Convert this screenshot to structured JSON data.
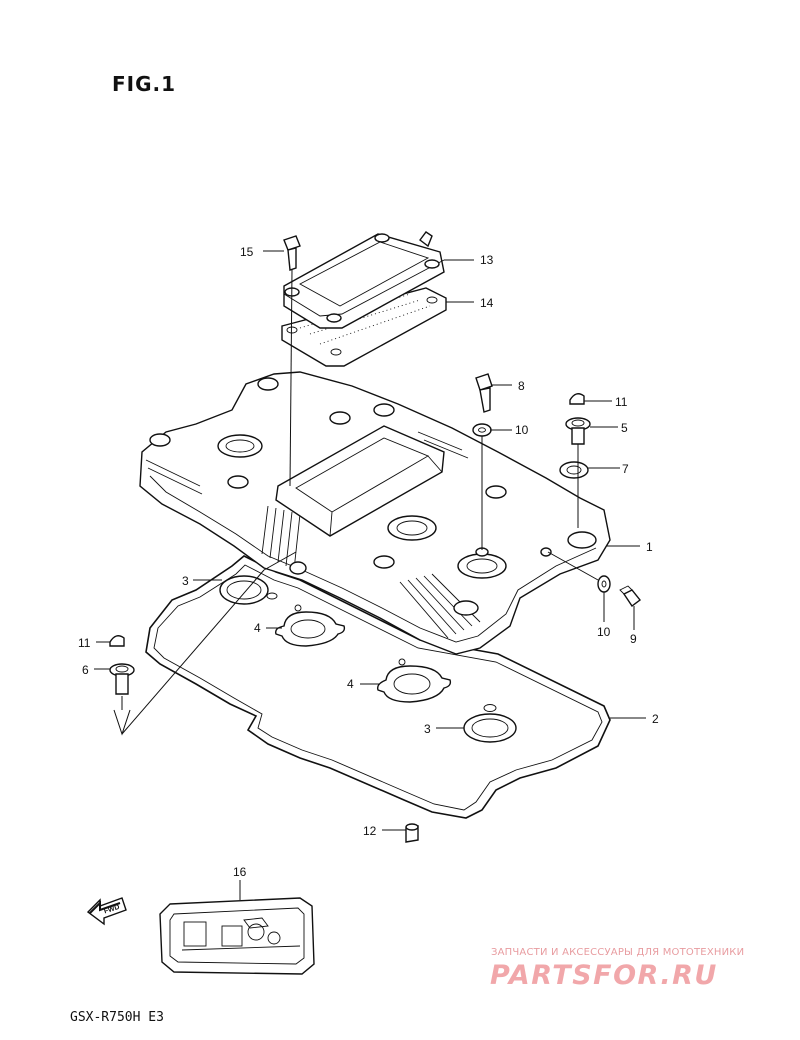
{
  "figure": {
    "title": "FIG.1"
  },
  "model": {
    "code": "GSX-R750H  E3"
  },
  "watermark": {
    "subtitle": "ЗАПЧАСТИ И АКСЕССУАРЫ ДЛЯ МОТОТЕХНИКИ",
    "logo_text": "PARTSFOR.RU"
  },
  "direction_arrow": {
    "label": "FWD"
  },
  "callouts": [
    {
      "id": "c15",
      "label": "15"
    },
    {
      "id": "c13",
      "label": "13"
    },
    {
      "id": "c14",
      "label": "14"
    },
    {
      "id": "c8",
      "label": "8"
    },
    {
      "id": "c11a",
      "label": "11"
    },
    {
      "id": "c10a",
      "label": "10"
    },
    {
      "id": "c5",
      "label": "5"
    },
    {
      "id": "c7",
      "label": "7"
    },
    {
      "id": "c1",
      "label": "1"
    },
    {
      "id": "c3a",
      "label": "3"
    },
    {
      "id": "c10b",
      "label": "10"
    },
    {
      "id": "c9",
      "label": "9"
    },
    {
      "id": "c4a",
      "label": "4"
    },
    {
      "id": "c11b",
      "label": "11"
    },
    {
      "id": "c6",
      "label": "6"
    },
    {
      "id": "c4b",
      "label": "4"
    },
    {
      "id": "c3b",
      "label": "3"
    },
    {
      "id": "c2",
      "label": "2"
    },
    {
      "id": "c12",
      "label": "12"
    },
    {
      "id": "c16",
      "label": "16"
    }
  ]
}
